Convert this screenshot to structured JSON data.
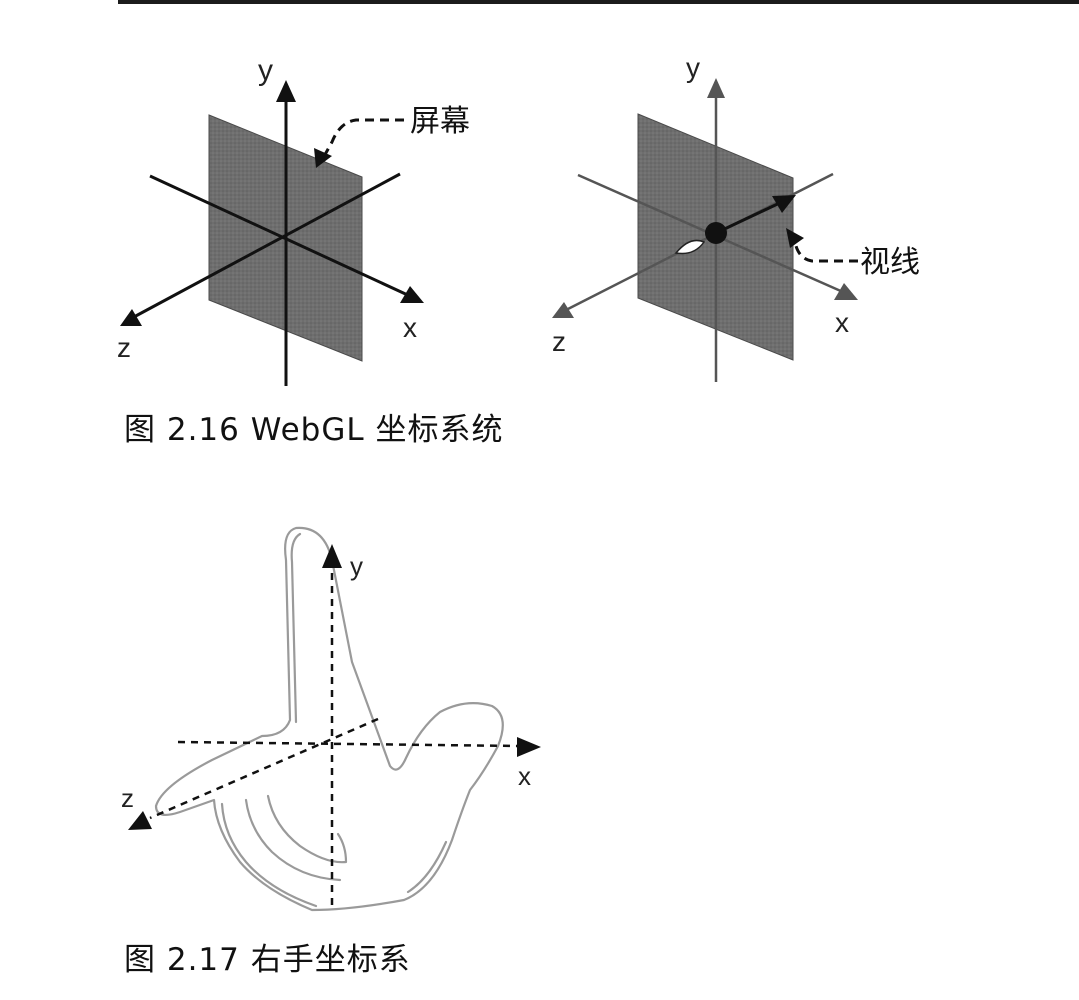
{
  "figure_2_16": {
    "caption": "图 2.16  WebGL 坐标系统",
    "left_diagram": {
      "axis_y": "y",
      "axis_x": "x",
      "axis_z": "z",
      "screen_callout": "屏幕"
    },
    "right_diagram": {
      "axis_y": "y",
      "axis_x": "x",
      "axis_z": "z",
      "sightline_callout": "视线"
    }
  },
  "figure_2_17": {
    "caption": "图 2.17  右手坐标系",
    "axis_y": "y",
    "axis_x": "x",
    "axis_z": "z"
  }
}
